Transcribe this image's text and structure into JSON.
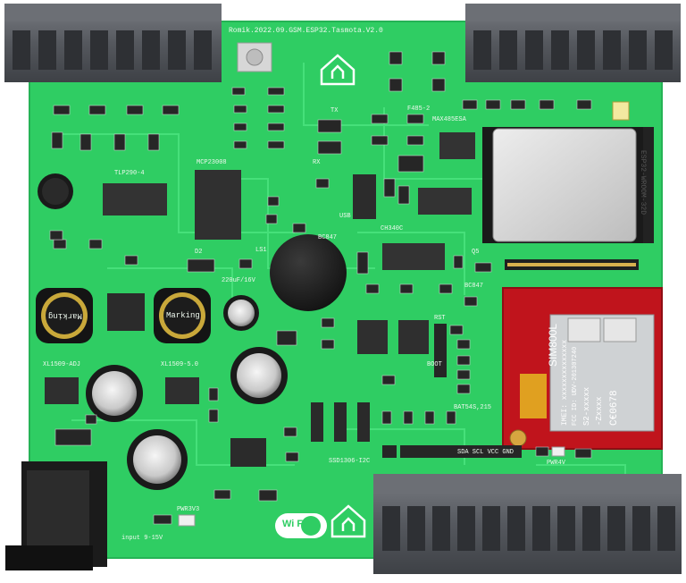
{
  "board": {
    "header_text": "Romik.2022.09.GSM.ESP32.Tasmota.V2.0",
    "colors": {
      "pcb": "#2fcd63",
      "trace": "#3fe072",
      "silk": "#eaf6ea",
      "terminal": "#5a5d63",
      "gsm": "#c0141c"
    },
    "esp_label": "ESP32-WROOM-32D",
    "gsm_module": {
      "name": "SIM800L",
      "imei": "IMEI: xxxxxxxxxxxxxx",
      "fcc": "FCC ID: UDV-201307240",
      "model": "S2-xxxxx",
      "zx": "-Zxxxx",
      "ce": "C€0678"
    },
    "wifi_label": "Wi Fi",
    "power_label": "input 9-15V",
    "pwr3v3_label": "PWR3V3",
    "pwr4v_label": "PWR4V",
    "ic_labels": {
      "optocoupler": "TLP290-4",
      "expander": "MCP23008",
      "rs485": "MAX485ESA",
      "ch340": "CH340C",
      "reg1": "XL1509-ADJ",
      "reg2": "XL1509-5.0",
      "ssd": "SSD1306-I2C",
      "i2c": "SDA SCL VCC GND",
      "bat": "BAT54S,215",
      "bc847a": "BC847",
      "bc847b": "BC847",
      "f485": "F485-2",
      "rst": "RST",
      "boot": "BOOT",
      "marking1": "Marking",
      "marking2": "Marking",
      "cap220": "220uF/16V",
      "usb": "USB",
      "ls1": "LS1",
      "rx": "RX",
      "tx": "TX",
      "d2": "D2",
      "q5": "Q5"
    }
  }
}
